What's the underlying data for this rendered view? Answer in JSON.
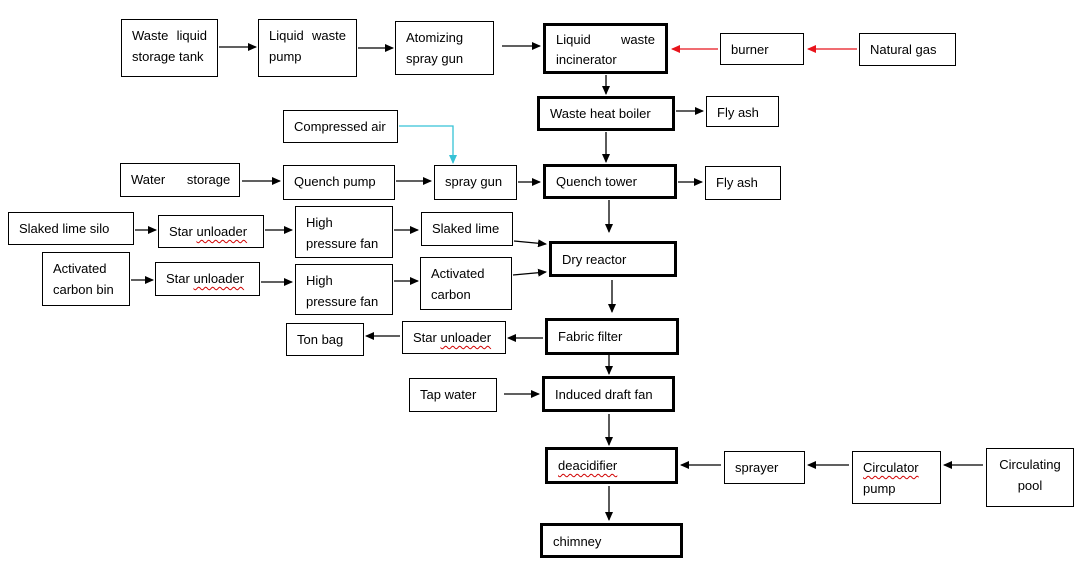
{
  "nodes": {
    "waste_liquid_tank": {
      "line1": "Waste  liquid",
      "line2": "storage tank"
    },
    "liquid_waste_pump": {
      "line1": "Liquid    waste",
      "line2": "pump"
    },
    "atomizing_spray_gun": {
      "line1": "Atomizing",
      "line2": "spray gun"
    },
    "liquid_waste_incinerator": {
      "line1": "Liquid       waste",
      "line2": "incinerator"
    },
    "burner": {
      "label": "burner"
    },
    "natural_gas": {
      "label": "Natural gas"
    },
    "waste_heat_boiler": {
      "label": "Waste heat boiler"
    },
    "fly_ash_1": {
      "label": "Fly ash"
    },
    "compressed_air": {
      "label": "Compressed air"
    },
    "water_storage": {
      "label": "Water      storage"
    },
    "quench_pump": {
      "label": "Quench pump"
    },
    "spray_gun": {
      "label": "spray gun"
    },
    "quench_tower": {
      "label": "Quench tower"
    },
    "fly_ash_2": {
      "label": "Fly ash"
    },
    "slaked_lime_silo": {
      "label": "Slaked lime silo"
    },
    "star_unloader_1": {
      "prefix": "Star ",
      "squiggle": "unloader"
    },
    "high_pressure_fan_1": {
      "line1": "High",
      "line2": "pressure fan"
    },
    "slaked_lime": {
      "label": "Slaked lime"
    },
    "dry_reactor": {
      "label": "Dry reactor"
    },
    "activated_carbon_bin": {
      "line1": "Activated",
      "line2": "carbon bin"
    },
    "star_unloader_2": {
      "prefix": "Star ",
      "squiggle": "unloader"
    },
    "high_pressure_fan_2": {
      "line1": "High",
      "line2": "pressure fan"
    },
    "activated_carbon": {
      "line1": "Activated",
      "line2": "carbon"
    },
    "ton_bag": {
      "label": "Ton bag"
    },
    "star_unloader_3": {
      "prefix": "Star ",
      "squiggle": "unloader"
    },
    "fabric_filter": {
      "label": "Fabric filter"
    },
    "tap_water": {
      "label": "Tap water"
    },
    "induced_draft_fan": {
      "label": "Induced draft fan"
    },
    "deacidifier": {
      "label": "deacidifier"
    },
    "sprayer": {
      "label": "sprayer"
    },
    "circulator_pump": {
      "line1": "Circulator",
      "line2": "pump"
    },
    "circulating_pool": {
      "line1": "Circulating",
      "line2": "pool"
    },
    "chimney": {
      "label": "chimney"
    }
  },
  "colors": {
    "arrow": "#000000",
    "gas_arrow": "#e8141c",
    "air_arrow": "#36c2d6",
    "spell_underline": "#d00000"
  }
}
